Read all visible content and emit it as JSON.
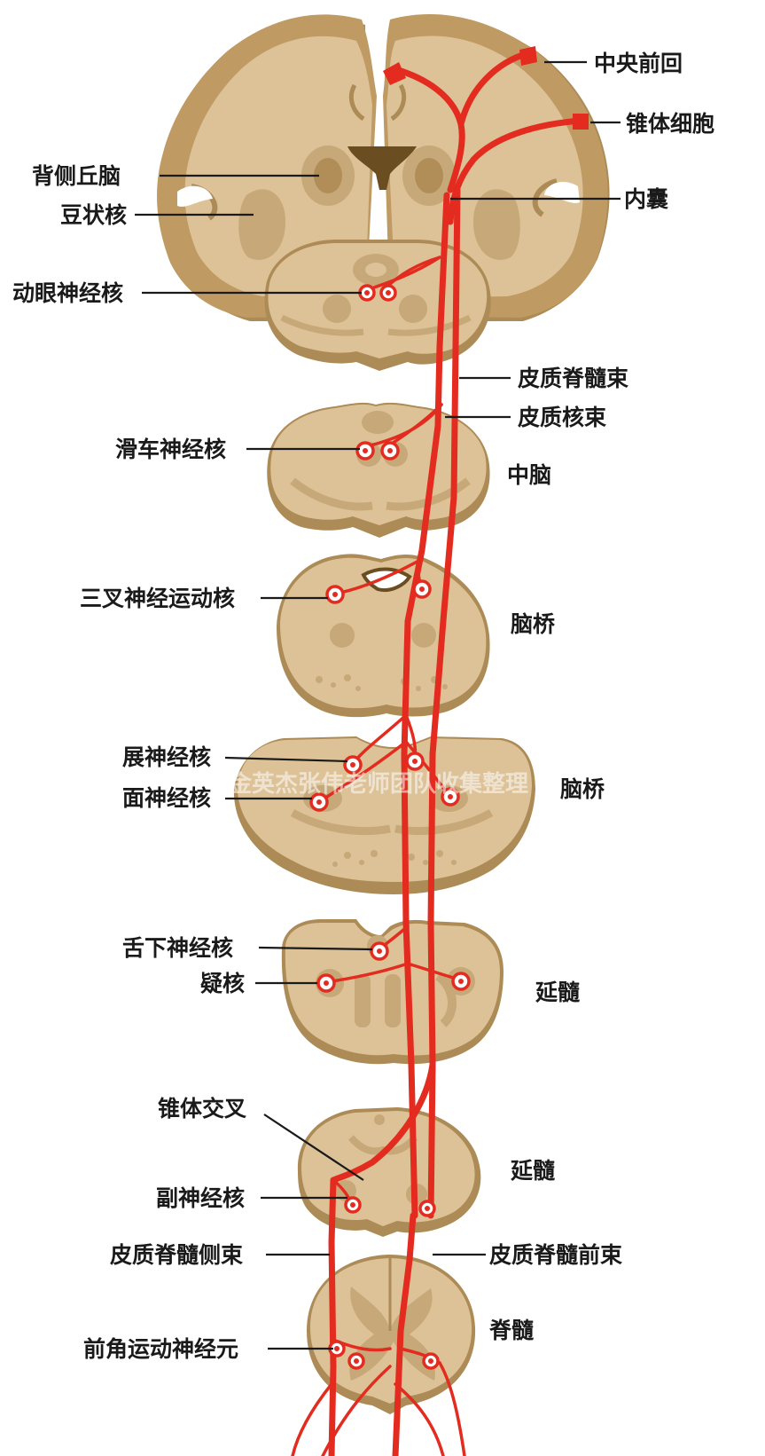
{
  "labels": {
    "precentral_gyrus": "中央前回",
    "pyramidal_cells": "锥体细胞",
    "dorsal_thalamus": "背侧丘脑",
    "lentiform_nucleus": "豆状核",
    "internal_capsule": "内囊",
    "oculomotor_nucleus": "动眼神经核",
    "corticospinal_tract": "皮质脊髓束",
    "corticonuclear_tract": "皮质核束",
    "trochlear_nucleus": "滑车神经核",
    "midbrain": "中脑",
    "trigeminal_motor_nucleus": "三叉神经运动核",
    "pons_upper": "脑桥",
    "abducens_nucleus": "展神经核",
    "facial_nucleus": "面神经核",
    "pons_lower": "脑桥",
    "hypoglossal_nucleus": "舌下神经核",
    "nucleus_ambiguus": "疑核",
    "medulla_upper": "延髓",
    "pyramidal_decussation": "锥体交叉",
    "accessory_nucleus": "副神经核",
    "medulla_lower": "延髓",
    "lateral_corticospinal_tract": "皮质脊髓侧束",
    "anterior_corticospinal_tract": "皮质脊髓前束",
    "spinal_cord": "脊髓",
    "anterior_horn_motor_neuron": "前角运动神经元"
  },
  "watermark": "金英杰张伟老师团队收集整理",
  "colors": {
    "tract": "#e32b1f",
    "tissue": "#dcc296",
    "cortex": "#bf9a63",
    "outer_cut": "#ad8b56"
  }
}
